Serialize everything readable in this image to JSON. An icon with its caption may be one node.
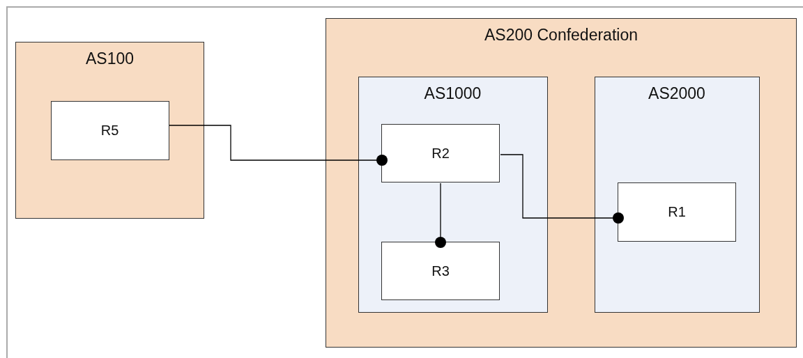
{
  "diagram": {
    "nodes": [
      {
        "text": [
          "AS100"
        ]
      },
      {
        "text": [
          "R5"
        ],
        "in": 0
      },
      {
        "text": [
          "AS200 Confederation"
        ]
      },
      {
        "text": [
          "AS1000"
        ],
        "in": 2
      },
      {
        "text": [
          "R2"
        ],
        "in": 3
      },
      {
        "text": [
          "R3"
        ],
        "in": 3
      },
      {
        "text": [
          "AS2000"
        ],
        "in": 2
      },
      {
        "text": [
          "R1"
        ],
        "in": 6
      }
    ],
    "edges": [
      {
        "from": 1,
        "to": 4,
        "arrow": "other"
      },
      {
        "from": 4,
        "to": 5,
        "arrow": "other"
      },
      {
        "from": 4,
        "to": 7,
        "arrow": "other"
      }
    ]
  }
}
